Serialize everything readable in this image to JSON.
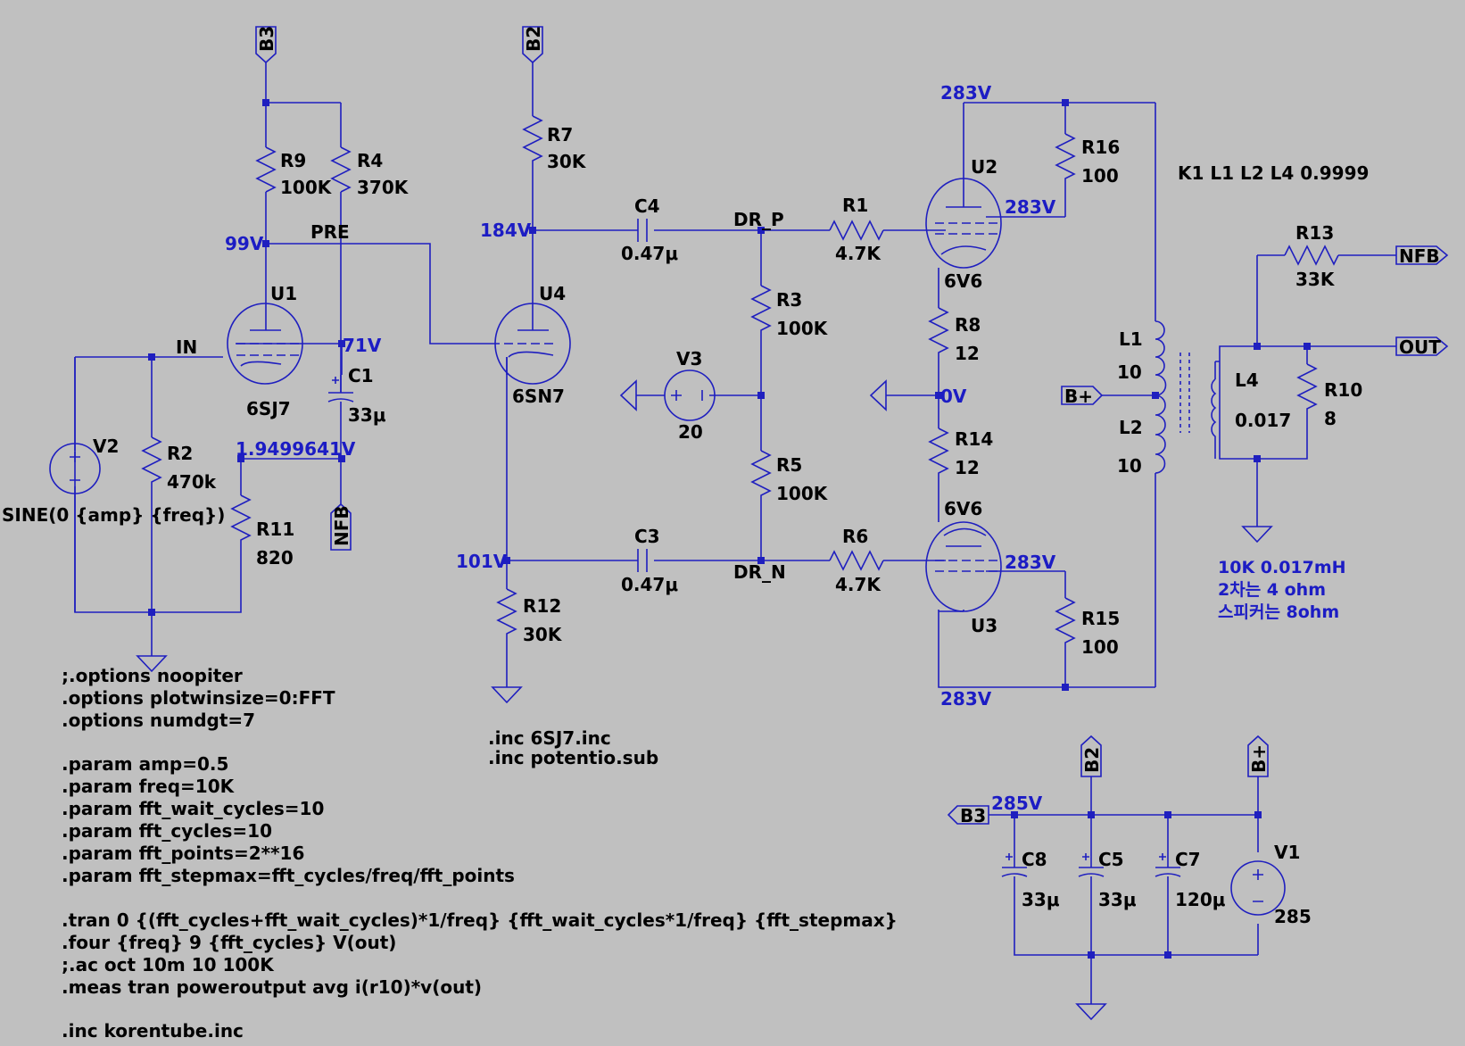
{
  "colors": {
    "background": "#c0c0c0",
    "wire": "#1f1fbf",
    "voltage_label": "#1c1cc4",
    "text": "#000000"
  },
  "components": {
    "R9": {
      "name": "R9",
      "value": "100K"
    },
    "R4": {
      "name": "R4",
      "value": "370K"
    },
    "R7": {
      "name": "R7",
      "value": "30K"
    },
    "R16": {
      "name": "R16",
      "value": "100"
    },
    "R1": {
      "name": "R1",
      "value": "4.7K"
    },
    "R3": {
      "name": "R3",
      "value": "100K"
    },
    "R5": {
      "name": "R5",
      "value": "100K"
    },
    "R8": {
      "name": "R8",
      "value": "12"
    },
    "R14": {
      "name": "R14",
      "value": "12"
    },
    "R6": {
      "name": "R6",
      "value": "4.7K"
    },
    "R15": {
      "name": "R15",
      "value": "100"
    },
    "R12": {
      "name": "R12",
      "value": "30K"
    },
    "R2": {
      "name": "R2",
      "value": "470k"
    },
    "R11": {
      "name": "R11",
      "value": "820"
    },
    "R13": {
      "name": "R13",
      "value": "33K"
    },
    "R10": {
      "name": "R10",
      "value": "8"
    },
    "C4": {
      "name": "C4",
      "value": "0.47μ"
    },
    "C3": {
      "name": "C3",
      "value": "0.47μ"
    },
    "C1": {
      "name": "C1",
      "value": "33μ"
    },
    "C8": {
      "name": "C8",
      "value": "33μ"
    },
    "C5": {
      "name": "C5",
      "value": "33μ"
    },
    "C7": {
      "name": "C7",
      "value": "120μ"
    },
    "L1": {
      "name": "L1",
      "value": "10"
    },
    "L2": {
      "name": "L2",
      "value": "10"
    },
    "L4": {
      "name": "L4",
      "value": "0.017"
    },
    "V1": {
      "name": "V1",
      "value": "285"
    },
    "V2": {
      "name": "V2",
      "value": "SINE(0 {amp} {freq})"
    },
    "V3": {
      "name": "V3",
      "value": "20"
    },
    "U1": {
      "name": "U1",
      "value": "6SJ7"
    },
    "U4": {
      "name": "U4",
      "value": "6SN7"
    },
    "U2": {
      "name": "U2",
      "value": "6V6"
    },
    "U3": {
      "name": "U3",
      "value": "6V6"
    }
  },
  "nets": {
    "pre": "PRE",
    "in": "IN",
    "dr_p": "DR_P",
    "dr_n": "DR_N"
  },
  "ports": {
    "b3_top": "B3",
    "b2_top": "B2",
    "nfb_out": "NFB",
    "nfb_in": "NFB",
    "out": "OUT",
    "bplus_tx": "B+",
    "b2_supply": "B2",
    "bplus_supply": "B+",
    "b3_supply": "B3"
  },
  "voltages": {
    "v99": "99V",
    "v71": "71V",
    "v1949": "1.9499641V",
    "v184": "184V",
    "v101": "101V",
    "v283_top": "283V",
    "v283_u2": "283V",
    "v0": "0V",
    "v283_u3": "283V",
    "v283_bot": "283V",
    "v285": "285V"
  },
  "coupling": "K1 L1 L2 L4 0.9999",
  "notes": [
    "10K 0.017mH",
    "2차는 4 ohm",
    "스피커는 8ohm"
  ],
  "directives_main": [
    ";.options noopiter",
    ".options plotwinsize=0:FFT",
    ".options numdgt=7",
    "",
    ".param amp=0.5",
    ".param freq=10K",
    ".param fft_wait_cycles=10",
    ".param fft_cycles=10",
    ".param fft_points=2**16",
    ".param fft_stepmax=fft_cycles/freq/fft_points",
    "",
    ".tran 0 {(fft_cycles+fft_wait_cycles)*1/freq} {fft_wait_cycles*1/freq} {fft_stepmax}",
    ".four {freq} 9 {fft_cycles} V(out)",
    ";.ac oct 10m 10 100K",
    ".meas tran poweroutput avg i(r10)*v(out)",
    "",
    ".inc korentube.inc"
  ],
  "directives_inc": [
    ".inc 6SJ7.inc",
    ".inc potentio.sub"
  ]
}
